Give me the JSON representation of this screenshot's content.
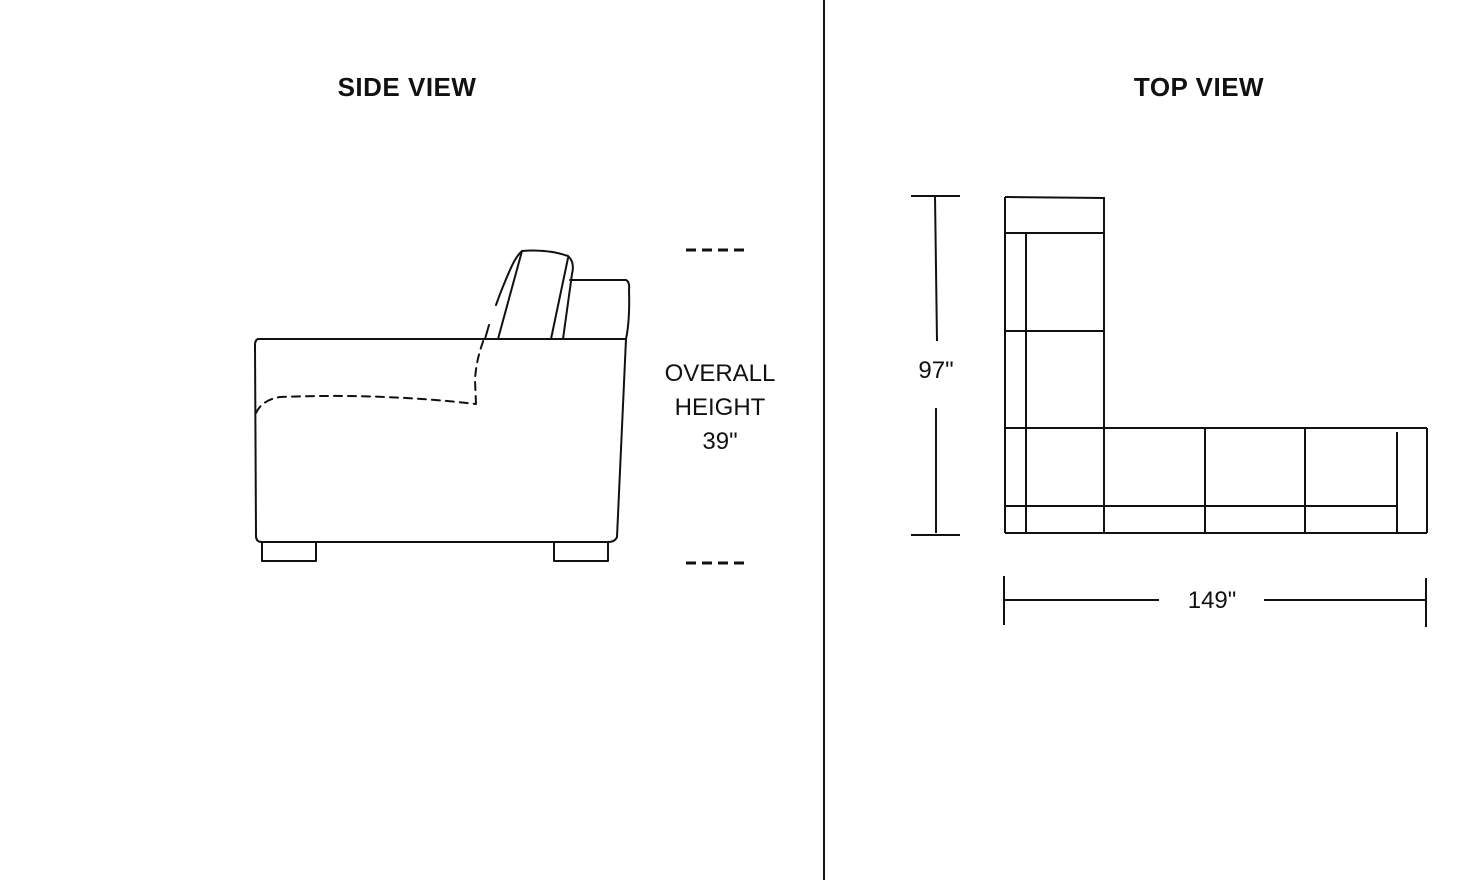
{
  "side_view": {
    "title": "SIDE VIEW",
    "height_label_line1": "OVERALL",
    "height_label_line2": "HEIGHT",
    "height_value": "39\""
  },
  "top_view": {
    "title": "TOP VIEW",
    "depth_value": "97\"",
    "width_value": "149\""
  },
  "colors": {
    "line": "#111111",
    "background": "#ffffff"
  }
}
